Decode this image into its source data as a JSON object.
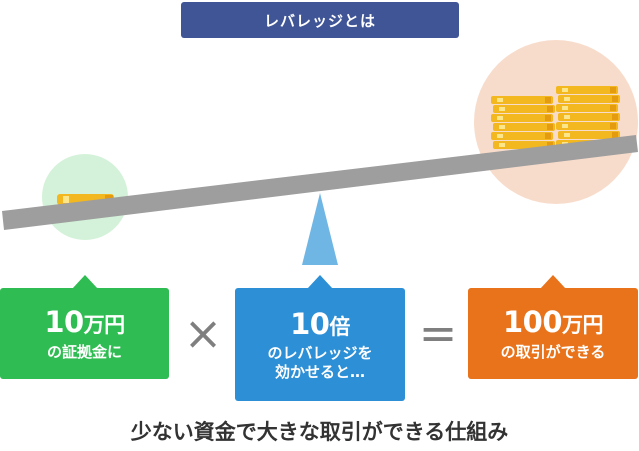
{
  "title": "レバレッジとは",
  "callouts": {
    "deposit": {
      "amount": "10",
      "unit": "万円",
      "label": "の証拠金に"
    },
    "leverage": {
      "amount": "10",
      "unit": "倍",
      "label_line1": "のレバレッジを",
      "label_line2": "効かせると…"
    },
    "trade": {
      "amount": "100",
      "unit": "万円",
      "label": "の取引ができる"
    }
  },
  "operators": {
    "times": "×",
    "equals": "="
  },
  "caption": "少ない資金で大きな取引ができる仕組み",
  "colors": {
    "banner": "#3f5596",
    "deposit": "#2fbc52",
    "leverage": "#2d8fd5",
    "trade": "#e8731b",
    "beam": "#9e9e9e",
    "fulcrum": "#6fb6e4",
    "coin": "#f3b71f"
  }
}
